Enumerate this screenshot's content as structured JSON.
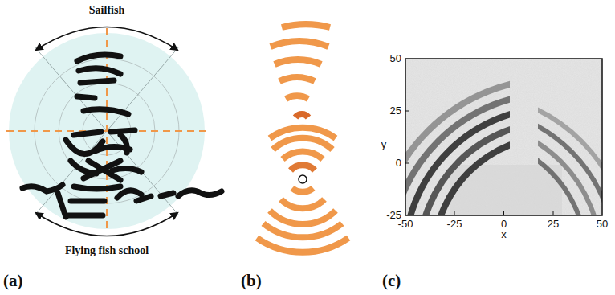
{
  "diagram": {
    "labels": [
      "Sailfish",
      "Flying fish school",
      "50",
      "25",
      "0",
      "-25",
      "y",
      "-50",
      "-25",
      "0",
      "25",
      "50",
      "x",
      "(a)",
      "(b)",
      "(c)"
    ]
  }
}
